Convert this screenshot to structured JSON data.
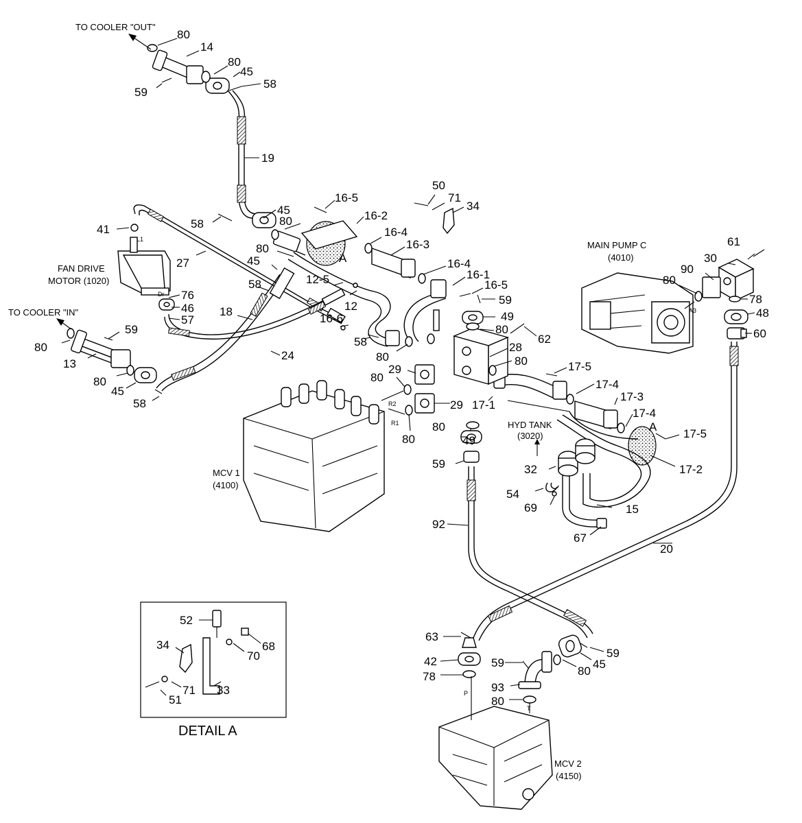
{
  "notes": {
    "cooler_out": "TO COOLER \"OUT\"",
    "cooler_in": "TO COOLER \"IN\"",
    "fan_motor_1": "FAN DRIVE",
    "fan_motor_2": "MOTOR (1020)",
    "main_pump_1": "MAIN PUMP C",
    "main_pump_2": "(4010)",
    "hyd_tank_1": "HYD TANK",
    "hyd_tank_2": "(3020)",
    "mcv1_1": "MCV 1",
    "mcv1_2": "(4100)",
    "mcv2_1": "MCV 2",
    "mcv2_2": "(4150)",
    "detail_title": "DETAIL A"
  },
  "ports": {
    "r2": "R2",
    "r1": "R1",
    "a3": "A3",
    "p": "P",
    "t": "T",
    "l1": "L1",
    "dr": "Dr"
  },
  "callouts": [
    {
      "id": "c01",
      "text": "80"
    },
    {
      "id": "c02",
      "text": "14"
    },
    {
      "id": "c03",
      "text": "80"
    },
    {
      "id": "c04",
      "text": "45"
    },
    {
      "id": "c05",
      "text": "58"
    },
    {
      "id": "c06",
      "text": "59"
    },
    {
      "id": "c07",
      "text": "19"
    },
    {
      "id": "c08",
      "text": "41"
    },
    {
      "id": "c09",
      "text": "58"
    },
    {
      "id": "c10",
      "text": "45"
    },
    {
      "id": "c11",
      "text": "80"
    },
    {
      "id": "c12",
      "text": "80"
    },
    {
      "id": "c13",
      "text": "45"
    },
    {
      "id": "c14",
      "text": "27"
    },
    {
      "id": "c15",
      "text": "58"
    },
    {
      "id": "c16",
      "text": "76"
    },
    {
      "id": "c17",
      "text": "46"
    },
    {
      "id": "c18",
      "text": "57"
    },
    {
      "id": "c19",
      "text": "18"
    },
    {
      "id": "c20",
      "text": "24"
    },
    {
      "id": "c21",
      "text": "59"
    },
    {
      "id": "c22",
      "text": "80"
    },
    {
      "id": "c23",
      "text": "13"
    },
    {
      "id": "c24",
      "text": "80"
    },
    {
      "id": "c25",
      "text": "45"
    },
    {
      "id": "c26",
      "text": "58"
    },
    {
      "id": "c27",
      "text": "16-5"
    },
    {
      "id": "c28",
      "text": "16-2"
    },
    {
      "id": "c29",
      "text": "A"
    },
    {
      "id": "c30",
      "text": "16-4"
    },
    {
      "id": "c31",
      "text": "16-3"
    },
    {
      "id": "c32",
      "text": "12-5"
    },
    {
      "id": "c33",
      "text": "12"
    },
    {
      "id": "c34",
      "text": "16-4"
    },
    {
      "id": "c35",
      "text": "16-1"
    },
    {
      "id": "c36",
      "text": "16-5"
    },
    {
      "id": "c37",
      "text": "59"
    },
    {
      "id": "c38",
      "text": "16-6"
    },
    {
      "id": "c39",
      "text": "58"
    },
    {
      "id": "c40",
      "text": "50"
    },
    {
      "id": "c41",
      "text": "71"
    },
    {
      "id": "c42",
      "text": "34"
    },
    {
      "id": "c43",
      "text": "49"
    },
    {
      "id": "c44",
      "text": "80"
    },
    {
      "id": "c45",
      "text": "62"
    },
    {
      "id": "c46",
      "text": "28"
    },
    {
      "id": "c47",
      "text": "80"
    },
    {
      "id": "c48",
      "text": "80"
    },
    {
      "id": "c49",
      "text": "29"
    },
    {
      "id": "c50",
      "text": "80"
    },
    {
      "id": "c51",
      "text": "29"
    },
    {
      "id": "c52",
      "text": "80"
    },
    {
      "id": "c53",
      "text": "17-1"
    },
    {
      "id": "c54",
      "text": "17-5"
    },
    {
      "id": "c55",
      "text": "17-4"
    },
    {
      "id": "c56",
      "text": "17-3"
    },
    {
      "id": "c57",
      "text": "17-4"
    },
    {
      "id": "c58",
      "text": "A"
    },
    {
      "id": "c59",
      "text": "17-5"
    },
    {
      "id": "c60",
      "text": "17-2"
    },
    {
      "id": "c61",
      "text": "80"
    },
    {
      "id": "c62",
      "text": "49"
    },
    {
      "id": "c63",
      "text": "59"
    },
    {
      "id": "c64",
      "text": "32"
    },
    {
      "id": "c65",
      "text": "54"
    },
    {
      "id": "c66",
      "text": "69"
    },
    {
      "id": "c67",
      "text": "15"
    },
    {
      "id": "c68",
      "text": "67"
    },
    {
      "id": "c69",
      "text": "92"
    },
    {
      "id": "c70",
      "text": "20"
    },
    {
      "id": "c71",
      "text": "61"
    },
    {
      "id": "c72",
      "text": "30"
    },
    {
      "id": "c73",
      "text": "90"
    },
    {
      "id": "c74",
      "text": "80"
    },
    {
      "id": "c75",
      "text": "78"
    },
    {
      "id": "c76",
      "text": "48"
    },
    {
      "id": "c77",
      "text": "60"
    },
    {
      "id": "c78",
      "text": "63"
    },
    {
      "id": "c79",
      "text": "42"
    },
    {
      "id": "c80",
      "text": "78"
    },
    {
      "id": "c81",
      "text": "59"
    },
    {
      "id": "c82",
      "text": "93"
    },
    {
      "id": "c83",
      "text": "80"
    },
    {
      "id": "c84",
      "text": "80"
    },
    {
      "id": "c85",
      "text": "45"
    },
    {
      "id": "c86",
      "text": "59"
    },
    {
      "id": "c87",
      "text": "52"
    },
    {
      "id": "c88",
      "text": "68"
    },
    {
      "id": "c89",
      "text": "34"
    },
    {
      "id": "c90",
      "text": "70"
    },
    {
      "id": "c91",
      "text": "71"
    },
    {
      "id": "c92",
      "text": "51"
    },
    {
      "id": "c93",
      "text": "33"
    }
  ]
}
